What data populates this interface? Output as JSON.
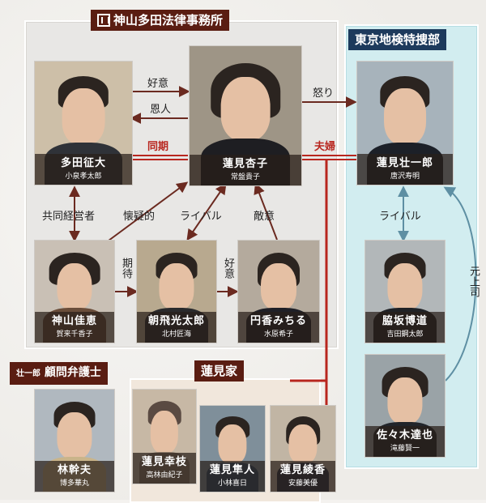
{
  "groups": {
    "law_firm": "神山多田法律事務所",
    "tokyo": "東京地検特捜部",
    "hasumi_family": "蓮見家",
    "advisor_prefix": "壮一郎",
    "advisor": "顧問弁護士"
  },
  "characters": {
    "tada": {
      "name": "多田征大",
      "actor": "小泉孝太郎"
    },
    "kyoko": {
      "name": "蓮見杏子",
      "actor": "常盤貴子"
    },
    "soichiro": {
      "name": "蓮見壮一郎",
      "actor": "唐沢寿明"
    },
    "kamiyama": {
      "name": "神山佳恵",
      "actor": "賀来千香子"
    },
    "asahi": {
      "name": "朝飛光太郎",
      "actor": "北村匠海"
    },
    "endo": {
      "name": "円香みちる",
      "actor": "水原希子"
    },
    "wakisaka": {
      "name": "脇坂博道",
      "actor": "吉田鋼太郎"
    },
    "sasaki": {
      "name": "佐々木達也",
      "actor": "滝藤賢一"
    },
    "hayashi": {
      "name": "林幹夫",
      "actor": "博多華丸"
    },
    "yukie": {
      "name": "蓮見幸枝",
      "actor": "高林由紀子"
    },
    "hayato": {
      "name": "蓮見隼人",
      "actor": "小林喜日"
    },
    "ayaka": {
      "name": "蓮見綾香",
      "actor": "安藤美優"
    }
  },
  "relations": {
    "koui": "好意",
    "onjin": "恩人",
    "douki": "同期",
    "ikari": "怒り",
    "fuufu": "夫婦",
    "kyoudou": "共同経営者",
    "kaigi": "懐疑的",
    "rival1": "ライバル",
    "tekii": "敵意",
    "kitai": "期待",
    "koui2": "好意",
    "rival2": "ライバル",
    "motojoushi": "元上司"
  },
  "colors": {
    "label_bg": "#5a1d12",
    "red_line": "#b8261e",
    "arrow_brown": "#6b2a20",
    "arrow_blue": "#5e8fa3",
    "tokyo_bg": "#d2edf0"
  }
}
